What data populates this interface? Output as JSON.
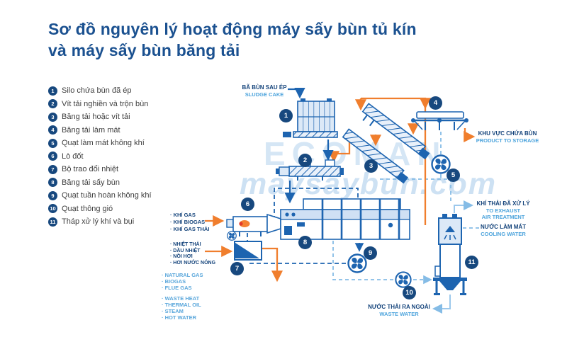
{
  "title": {
    "line1": "Sơ đồ nguyên lý hoạt động máy sấy bùn tủ kín",
    "line2": "và máy sấy bùn băng tải"
  },
  "watermark": {
    "brand": "ECOMAN",
    "site": "maysaybun.com"
  },
  "legend": {
    "items": [
      {
        "num": "1",
        "label": "Silo chứa bùn đã ép"
      },
      {
        "num": "2",
        "label": "Vít tải nghiền và trộn bùn"
      },
      {
        "num": "3",
        "label": "Băng tải hoặc vít tải"
      },
      {
        "num": "4",
        "label": "Băng tải làm mát"
      },
      {
        "num": "5",
        "label": "Quạt làm mát không khí"
      },
      {
        "num": "6",
        "label": "Lò đốt"
      },
      {
        "num": "7",
        "label": "Bộ trao đổi nhiệt"
      },
      {
        "num": "8",
        "label": "Băng tải sấy bùn"
      },
      {
        "num": "9",
        "label": "Quạt tuần hoàn không khí"
      },
      {
        "num": "10",
        "label": "Quạt thông gió"
      },
      {
        "num": "11",
        "label": "Tháp xử lý khí và bụi"
      }
    ]
  },
  "markers": [
    "1",
    "2",
    "3",
    "4",
    "5",
    "6",
    "7",
    "8",
    "9",
    "10",
    "11"
  ],
  "labels": {
    "sludge_cake": {
      "vi": "BÃ BÙN SAU ÉP",
      "en": "SLUDGE CAKE"
    },
    "storage": {
      "vi": "KHU VỰC CHỨA BÙN",
      "en": "PRODUCT TO STORAGE"
    },
    "exhaust": {
      "vi": "KHÍ THẢI ĐÃ XỬ LÝ",
      "en1": "TO EXHAUST",
      "en2": "AIR TREATMENT"
    },
    "cooling": {
      "vi": "NƯỚC LÀM MÁT",
      "en": "COOLING WATER"
    },
    "waste": {
      "vi": "NƯỚC THẢI RA NGOÀI",
      "en": "WASTE WATER"
    }
  },
  "inputs": {
    "gas_vi": [
      "· KHÍ GAS",
      "· KHÍ BIOGAS",
      "· KHÍ GAS THẢI"
    ],
    "heat_vi": [
      "· NHIỆT THẢI",
      "· DẦU NHIỆT",
      "· NỒI HƠI",
      "· HƠI NƯỚC NÓNG"
    ],
    "gas_en": [
      "· NATURAL GAS",
      "· BIOGAS",
      "· FLUE GAS"
    ],
    "heat_en": [
      "· WASTE HEAT",
      "· THERMAL OIL",
      "· STEAM",
      "· HOT WATER"
    ]
  },
  "colors": {
    "title_blue": "#1b5190",
    "diagram_blue": "#1d64b0",
    "navy": "#17487e",
    "orange": "#f07e2d",
    "light_blue": "#4ba3dc",
    "fill_light": "#dce9f7",
    "watermark": "#d5e6f5"
  }
}
